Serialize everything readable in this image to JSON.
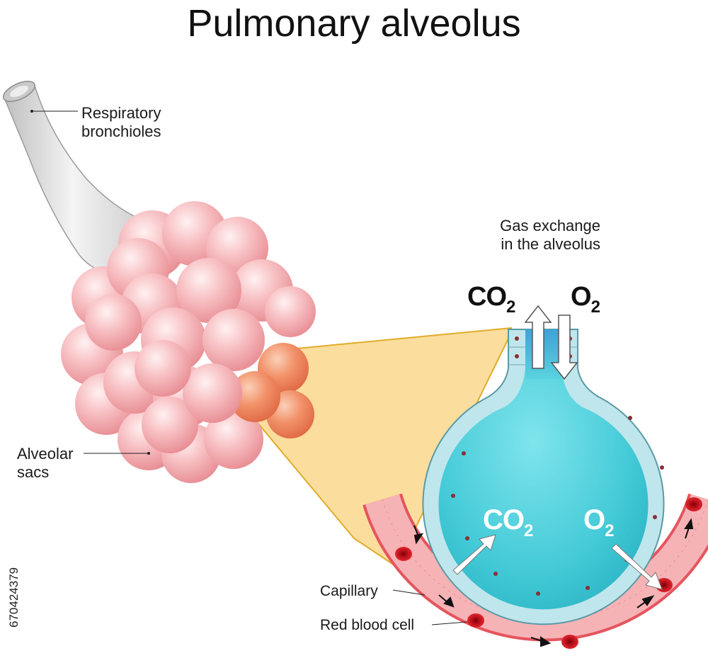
{
  "title": "Pulmonary alveolus",
  "labels": {
    "respiratory": [
      "Respiratory",
      "bronchioles"
    ],
    "alveolar": [
      "Alveolar",
      "sacs"
    ],
    "gas_exchange": [
      "Gas exchange",
      "in the alveolus"
    ],
    "capillary": "Capillary",
    "red_blood_cell": "Red blood cell"
  },
  "gases": {
    "co2_base": "CO",
    "co2_sub": "2",
    "o2_base": "O",
    "o2_sub": "2"
  },
  "stock_id": "670424379",
  "colors": {
    "alveolus_fill": "#4fd3df",
    "sac_pink": "#f4a9ad",
    "capillary_pink": "#f6b3b6",
    "blood_cell_red": "#c8131c",
    "zoom_cone": "#fbdc99",
    "bronchiole_gray": "#d9d9d9"
  }
}
